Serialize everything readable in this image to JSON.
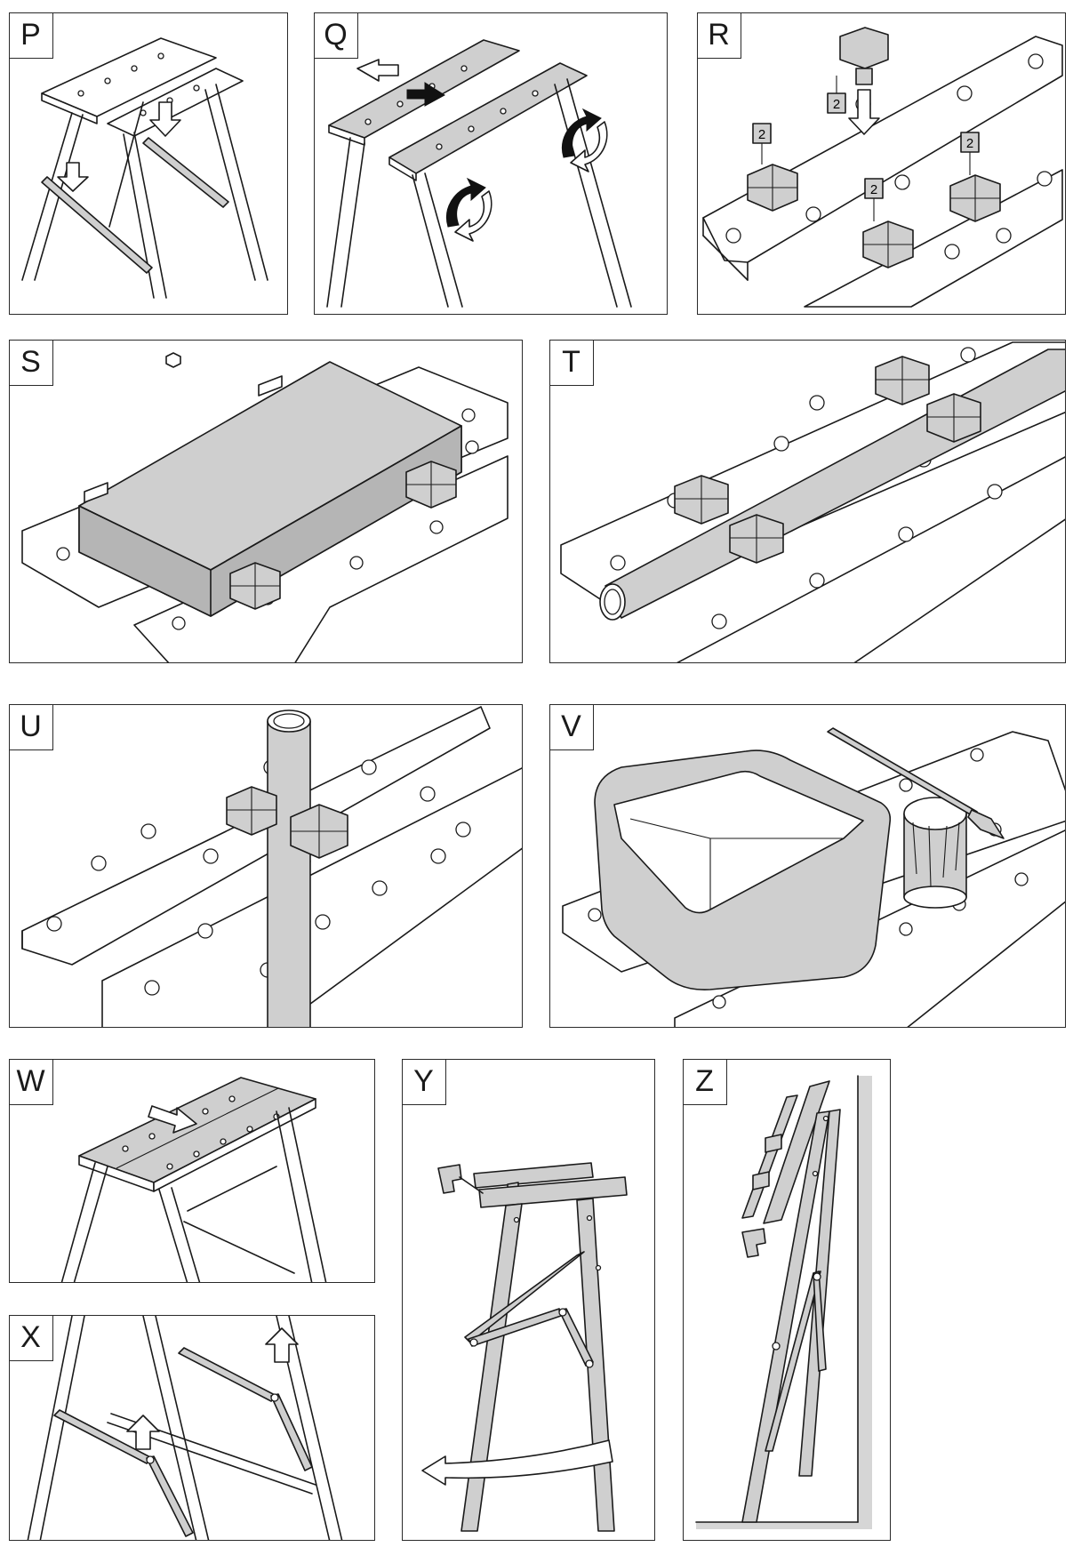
{
  "panels": {
    "p": {
      "label": "P"
    },
    "q": {
      "label": "Q"
    },
    "r": {
      "label": "R",
      "jaw_number": "2"
    },
    "s": {
      "label": "S"
    },
    "t": {
      "label": "T"
    },
    "u": {
      "label": "U"
    },
    "v": {
      "label": "V"
    },
    "w": {
      "label": "W"
    },
    "x": {
      "label": "X"
    },
    "y": {
      "label": "Y"
    },
    "z": {
      "label": "Z"
    }
  },
  "colors": {
    "line": "#1a1a1a",
    "fill": "#cfcfcf",
    "wall": "#d6d6d6"
  }
}
